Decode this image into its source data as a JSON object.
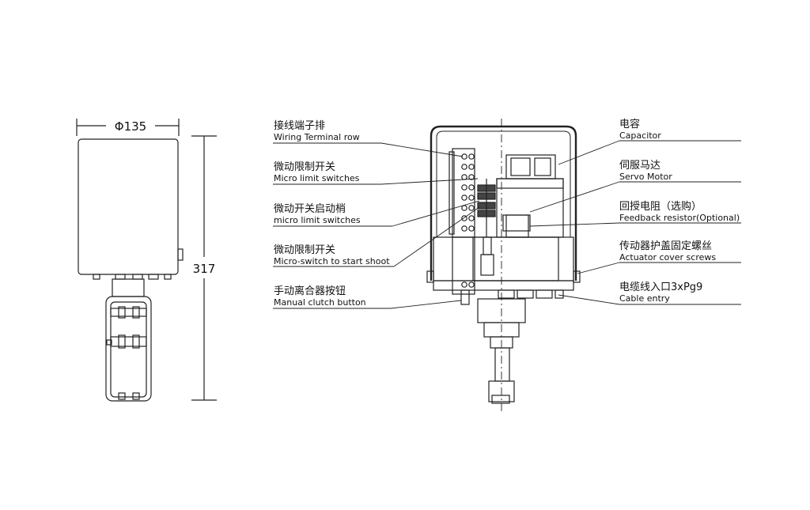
{
  "dimensions": {
    "width_label": "Φ135",
    "height_label": "317"
  },
  "labels_left": [
    {
      "zh": "接线端子排",
      "en": "Wiring Terminal row"
    },
    {
      "zh": "微动限制开关",
      "en": "Micro limit switches"
    },
    {
      "zh": "微动开关启动梢",
      "en": "micro limit switches"
    },
    {
      "zh": "微动限制开关",
      "en": "Micro-switch to start shoot"
    },
    {
      "zh": "手动离合器按钮",
      "en": "Manual clutch button"
    }
  ],
  "labels_right": [
    {
      "zh": "电容",
      "en": "Capacitor"
    },
    {
      "zh": "伺服马达",
      "en": "Servo Motor"
    },
    {
      "zh": "回授电阻（选购）",
      "en": "Feedback resistor(Optional)"
    },
    {
      "zh": "传动器护盖固定螺丝",
      "en": "Actuator cover screws"
    },
    {
      "zh": "电缆线入口3xPg9",
      "en": "Cable entry"
    }
  ]
}
